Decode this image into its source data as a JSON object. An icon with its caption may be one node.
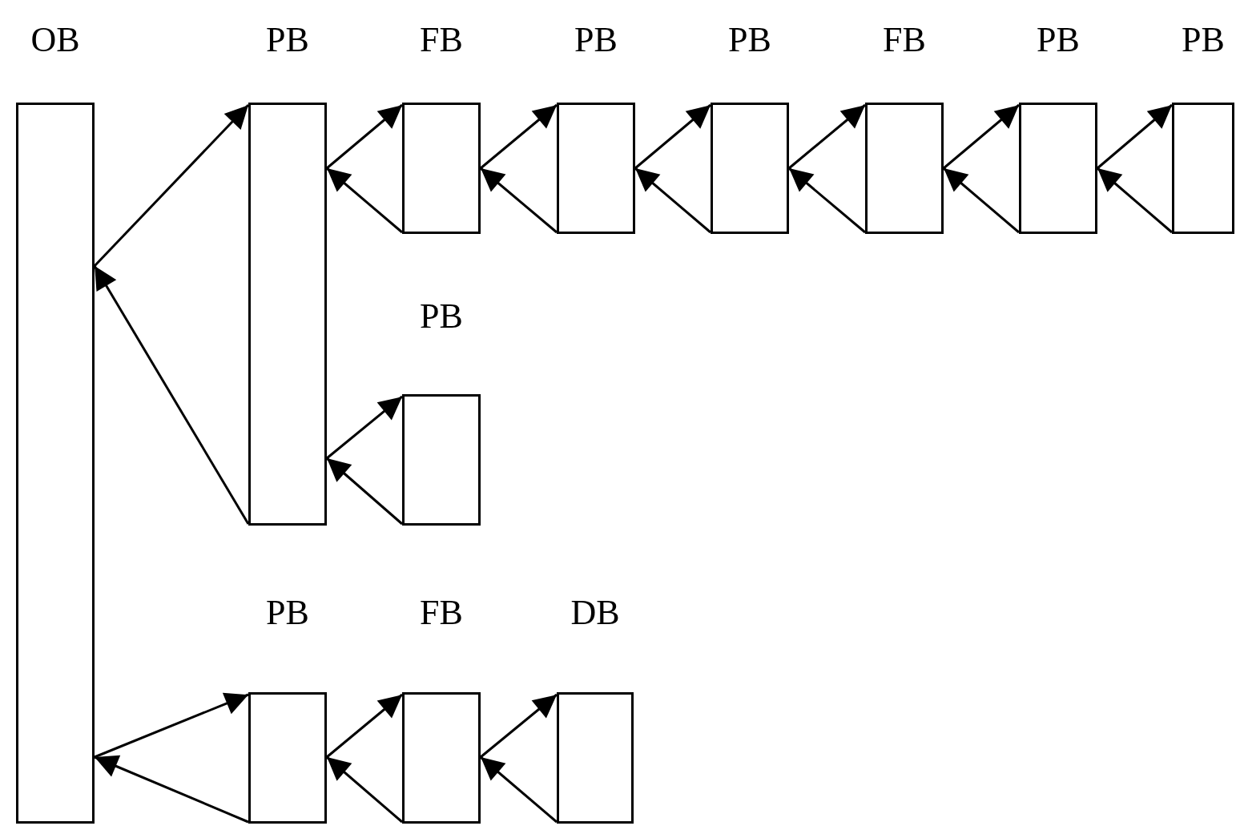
{
  "diagram": {
    "nodes": [
      {
        "text": [
          "OB"
        ]
      },
      {
        "text": [
          "PB"
        ]
      },
      {
        "text": [
          "FB"
        ]
      },
      {
        "text": [
          "PB"
        ]
      },
      {
        "text": [
          "PB"
        ]
      },
      {
        "text": [
          "FB"
        ]
      },
      {
        "text": [
          "PB"
        ]
      },
      {
        "text": [
          "PB"
        ]
      },
      {
        "text": [
          "PB"
        ]
      },
      {
        "text": [
          "PB"
        ]
      },
      {
        "text": [
          "FB"
        ]
      },
      {
        "text": [
          "DB"
        ]
      }
    ],
    "edges": [
      {
        "from": 0,
        "to": 1,
        "arrow": "to"
      },
      {
        "from": 1,
        "to": 0,
        "arrow": "to"
      },
      {
        "from": 1,
        "to": 2,
        "arrow": "to"
      },
      {
        "from": 2,
        "to": 1,
        "arrow": "to"
      },
      {
        "from": 2,
        "to": 3,
        "arrow": "to"
      },
      {
        "from": 3,
        "to": 2,
        "arrow": "to"
      },
      {
        "from": 3,
        "to": 4,
        "arrow": "to"
      },
      {
        "from": 4,
        "to": 3,
        "arrow": "to"
      },
      {
        "from": 4,
        "to": 5,
        "arrow": "to"
      },
      {
        "from": 5,
        "to": 4,
        "arrow": "to"
      },
      {
        "from": 5,
        "to": 6,
        "arrow": "to"
      },
      {
        "from": 6,
        "to": 5,
        "arrow": "to"
      },
      {
        "from": 6,
        "to": 7,
        "arrow": "to"
      },
      {
        "from": 7,
        "to": 6,
        "arrow": "to"
      },
      {
        "from": 1,
        "to": 8,
        "arrow": "to"
      },
      {
        "from": 8,
        "to": 1,
        "arrow": "to"
      },
      {
        "from": 0,
        "to": 9,
        "arrow": "to"
      },
      {
        "from": 9,
        "to": 0,
        "arrow": "to"
      },
      {
        "from": 9,
        "to": 10,
        "arrow": "to"
      },
      {
        "from": 10,
        "to": 9,
        "arrow": "to"
      },
      {
        "from": 10,
        "to": 11,
        "arrow": "to"
      },
      {
        "from": 11,
        "to": 10,
        "arrow": "to"
      }
    ]
  }
}
